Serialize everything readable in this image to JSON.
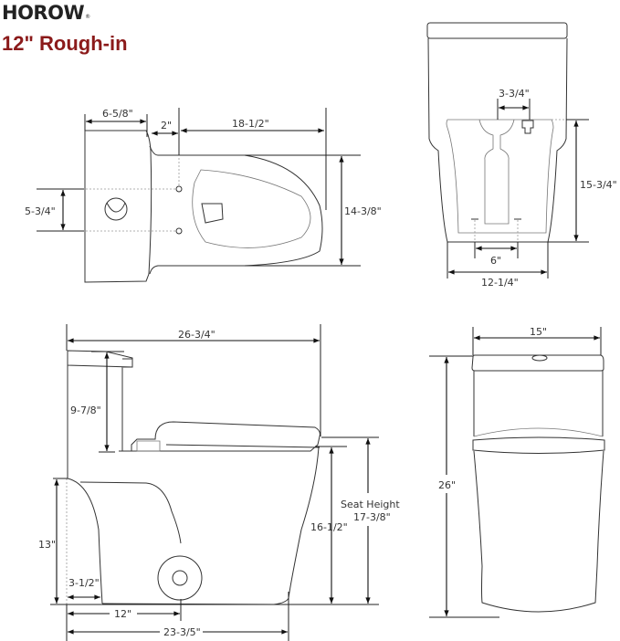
{
  "header": {
    "brand": "HOROW",
    "trademark": "®",
    "title": "12\" Rough-in",
    "title_color": "#8b1a1a"
  },
  "top_view": {
    "tank_depth": "6-5/8\"",
    "gap": "2\"",
    "bowl_length": "18-1/2\"",
    "bolt_spacing": "5-3/4\"",
    "bowl_width": "14-3/8\""
  },
  "bottom_view": {
    "supply_offset": "3-3/4\"",
    "base_height": "15-3/4\"",
    "bolt_spacing": "6\"",
    "base_width": "12-1/4\""
  },
  "side_view": {
    "overall_length": "26-3/4\"",
    "tank_height": "9-7/8\"",
    "supply_height": "13\"",
    "wall_offset": "3-1/2\"",
    "rough_in": "12\"",
    "base_length": "23-3/5\"",
    "bowl_height": "16-1/2\"",
    "seat_height_label": "Seat Height",
    "seat_height": "17-3/8\""
  },
  "front_view": {
    "width": "15\"",
    "overall_height": "26\""
  }
}
